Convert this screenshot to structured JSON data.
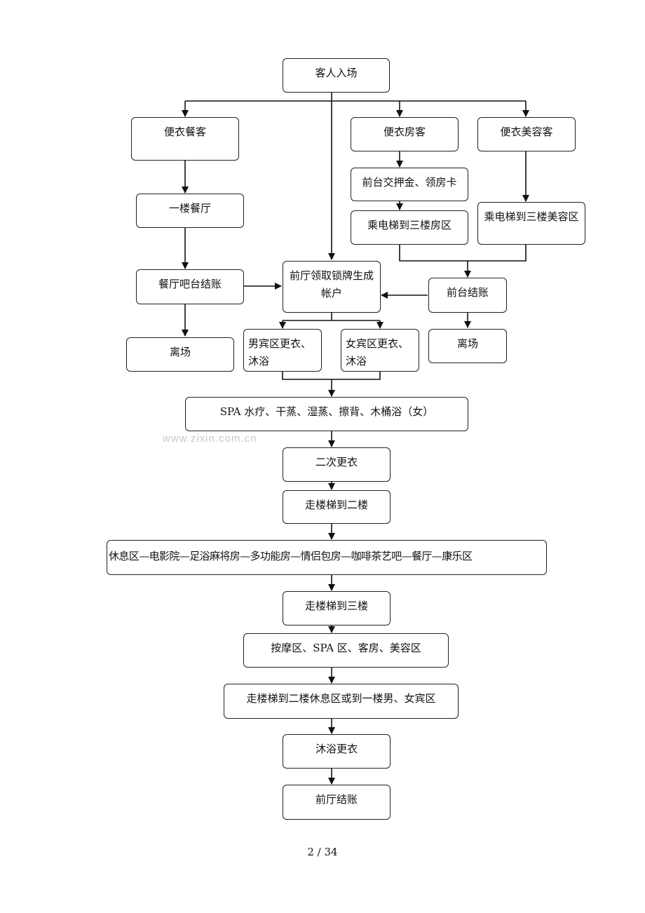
{
  "flowchart": {
    "nodes": {
      "entry": "客人入场",
      "dining_guest": "便衣餐客",
      "room_guest": "便衣房客",
      "beauty_guest": "便衣美容客",
      "first_floor_restaurant": "一楼餐厅",
      "front_desk_deposit": "前台交押金、领房卡",
      "elevator_room": "乘电梯到三楼房区",
      "elevator_beauty": "乘电梯到三楼美容区",
      "restaurant_bar_checkout": "餐厅吧台结账",
      "lobby_lock_tag": "前厅领取锁牌生成帐户",
      "front_desk_checkout": "前台结账",
      "leave_left": "离场",
      "leave_right": "离场",
      "male_changing": "男宾区更衣、沐浴",
      "female_changing": "女宾区更衣、沐浴",
      "spa": "SPA 水疗、干蒸、湿蒸、擦背、木桶浴（女）",
      "second_change": "二次更衣",
      "stairs_second": "走楼梯到二楼",
      "second_floor_areas": "休息区—电影院—足浴麻将房—多功能房—情侣包房—咖啡茶艺吧—餐厅—康乐区",
      "stairs_third": "走楼梯到三楼",
      "third_floor_areas": "按摩区、SPA 区、客房、美容区",
      "stairs_back": "走楼梯到二楼休息区或到一楼男、女宾区",
      "shower_change": "沐浴更衣",
      "lobby_checkout": "前厅结账"
    }
  },
  "watermark": "www.zixin.com.cn",
  "page_number": "2 / 34"
}
